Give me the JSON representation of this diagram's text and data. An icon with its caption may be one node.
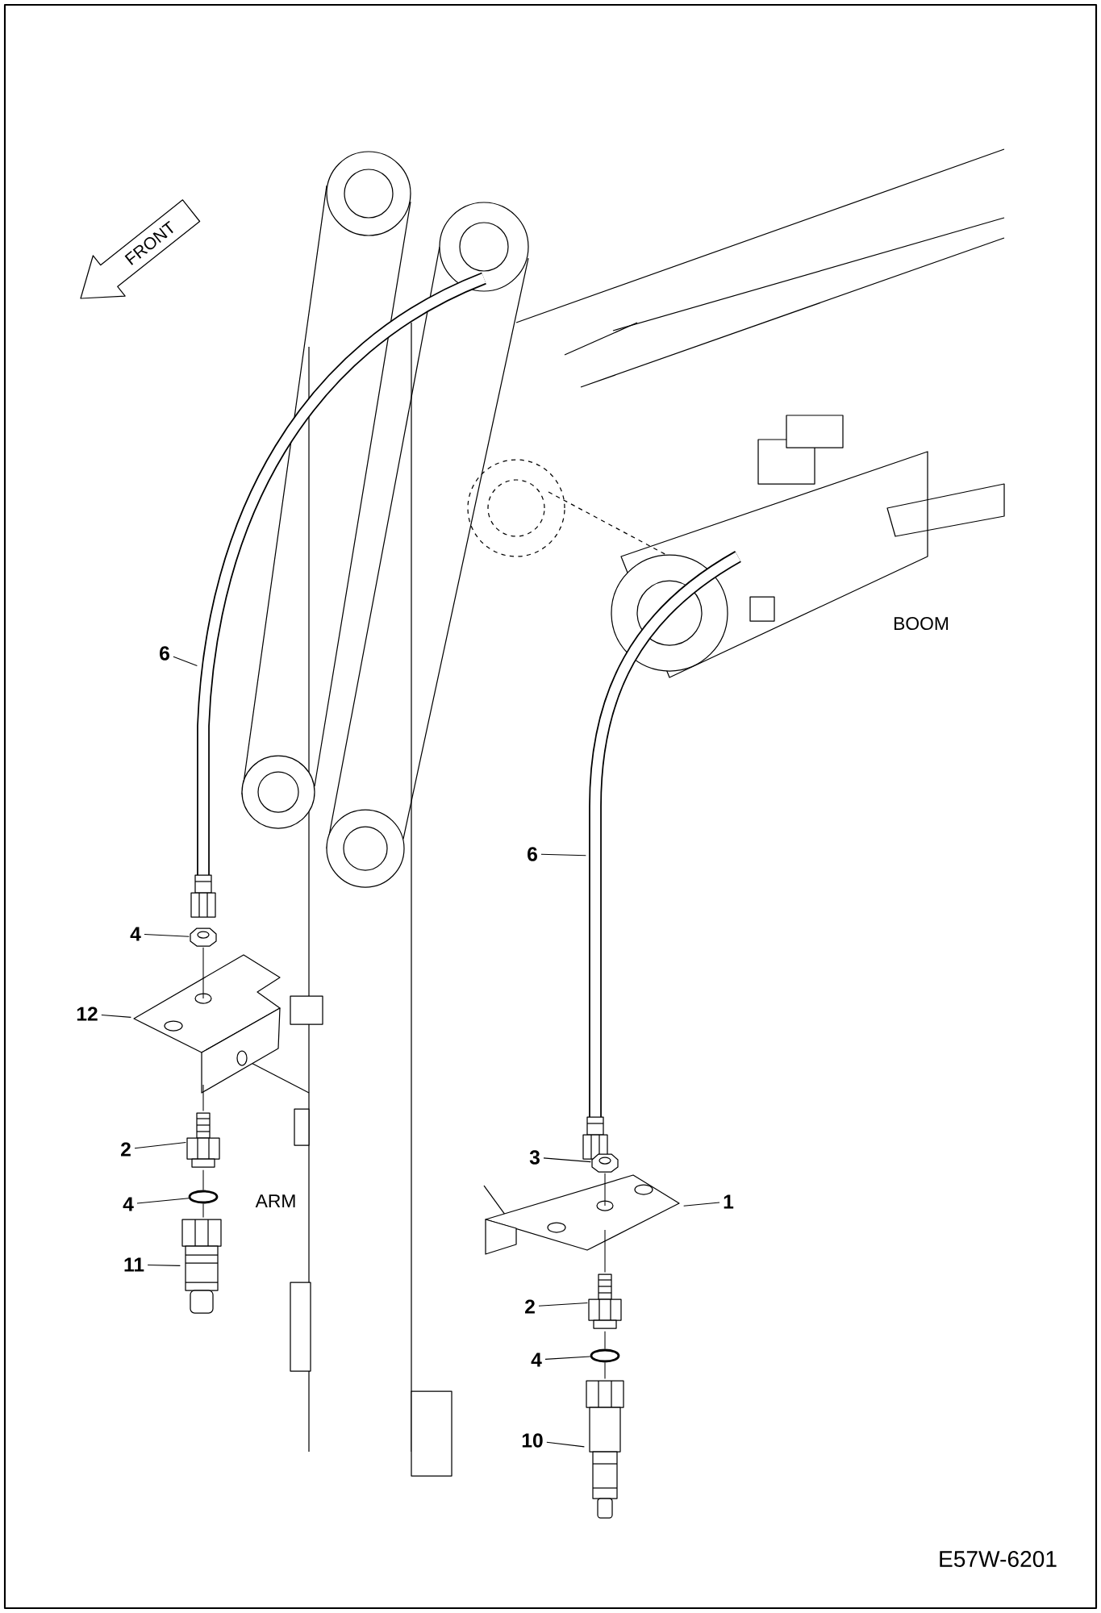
{
  "diagram": {
    "nodes": [
      {
        "text": [
          "6"
        ]
      },
      {
        "text": [],
        "shape": "picture"
      },
      {
        "text": [
          "6"
        ]
      },
      {
        "text": [],
        "shape": "picture"
      },
      {
        "text": [
          "4"
        ]
      },
      {
        "text": [],
        "shape": "picture"
      },
      {
        "text": [
          "12"
        ]
      },
      {
        "text": [],
        "shape": "picture"
      },
      {
        "text": [
          "2"
        ]
      },
      {
        "text": [],
        "shape": "picture"
      },
      {
        "text": [
          "4"
        ]
      },
      {
        "text": [],
        "shape": "circle"
      },
      {
        "text": [
          "11"
        ]
      },
      {
        "text": [],
        "shape": "picture"
      },
      {
        "text": [
          "3"
        ]
      },
      {
        "text": [],
        "shape": "picture"
      },
      {
        "text": [
          "1"
        ]
      },
      {
        "text": [],
        "shape": "picture"
      },
      {
        "text": [
          "2"
        ]
      },
      {
        "text": [],
        "shape": "picture"
      },
      {
        "text": [
          "4"
        ]
      },
      {
        "text": [],
        "shape": "circle"
      },
      {
        "text": [
          "10"
        ]
      },
      {
        "text": [],
        "shape": "picture"
      }
    ],
    "edges": [
      {
        "from": 0,
        "to": 1,
        "arrow": "none"
      },
      {
        "from": 2,
        "to": 3,
        "arrow": "none"
      },
      {
        "from": 4,
        "to": 5,
        "arrow": "none"
      },
      {
        "from": 6,
        "to": 7,
        "arrow": "none"
      },
      {
        "from": 8,
        "to": 9,
        "arrow": "none"
      },
      {
        "from": 10,
        "to": 11,
        "arrow": "none"
      },
      {
        "from": 12,
        "to": 13,
        "arrow": "none"
      },
      {
        "from": 14,
        "to": 15,
        "arrow": "none"
      },
      {
        "from": 16,
        "to": 17,
        "arrow": "none"
      },
      {
        "from": 18,
        "to": 19,
        "arrow": "none"
      },
      {
        "from": 20,
        "to": 21,
        "arrow": "none"
      },
      {
        "from": 22,
        "to": 23,
        "arrow": "none"
      },
      {
        "from": 5,
        "to": 7,
        "arrow": "none"
      },
      {
        "from": 7,
        "to": 9,
        "arrow": "none"
      },
      {
        "from": 9,
        "to": 11,
        "arrow": "none"
      },
      {
        "from": 11,
        "to": 13,
        "arrow": "none"
      },
      {
        "from": 15,
        "to": 17,
        "arrow": "none"
      },
      {
        "from": 17,
        "to": 19,
        "arrow": "none"
      },
      {
        "from": 19,
        "to": 21,
        "arrow": "none"
      },
      {
        "from": 21,
        "to": 23,
        "arrow": "none"
      }
    ],
    "labels": [
      "FRONT",
      "BOOM",
      "ARM",
      "E57W-6201"
    ]
  }
}
